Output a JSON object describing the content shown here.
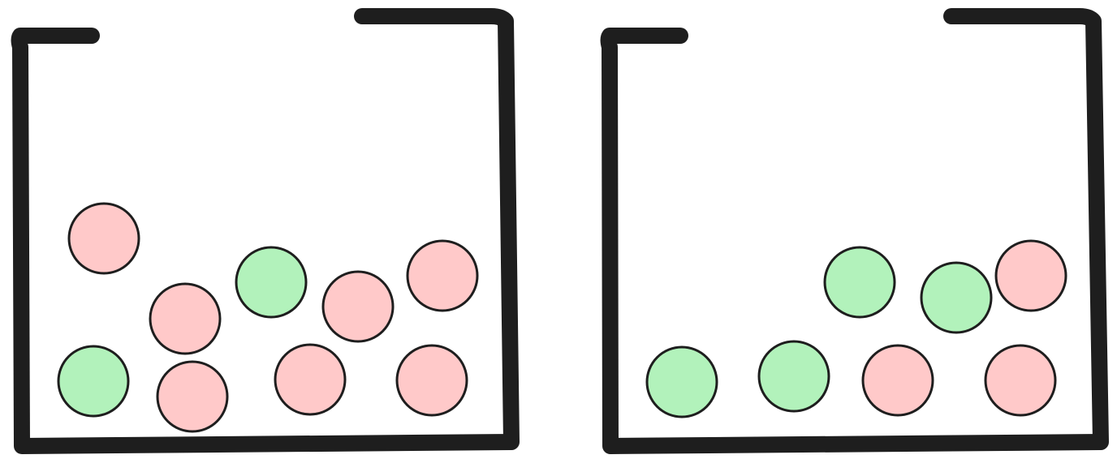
{
  "colors": {
    "jar_stroke": "#1e1e1e",
    "red_ball_fill": "#ffc9c9",
    "green_ball_fill": "#b2f2bb",
    "ball_stroke": "#1e1e1e",
    "background": "#ffffff"
  },
  "jars": [
    {
      "name": "left",
      "balls": [
        {
          "color": "red"
        },
        {
          "color": "red"
        },
        {
          "color": "green"
        },
        {
          "color": "red"
        },
        {
          "color": "red"
        },
        {
          "color": "green"
        },
        {
          "color": "red"
        },
        {
          "color": "red"
        },
        {
          "color": "red"
        }
      ]
    },
    {
      "name": "right",
      "balls": [
        {
          "color": "green"
        },
        {
          "color": "green"
        },
        {
          "color": "red"
        },
        {
          "color": "green"
        },
        {
          "color": "green"
        },
        {
          "color": "red"
        },
        {
          "color": "red"
        }
      ]
    }
  ]
}
